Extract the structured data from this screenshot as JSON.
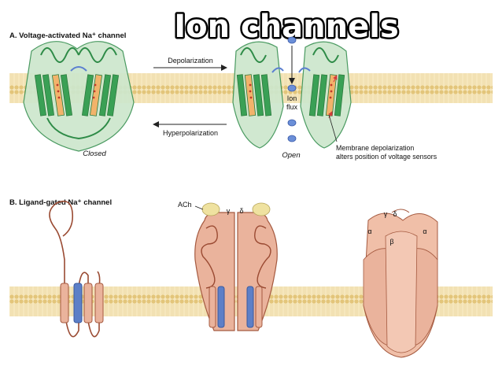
{
  "slide": {
    "title": "Ion channels"
  },
  "panel_a": {
    "heading": "A. Voltage-activated Na⁺ channel",
    "depolarization": "Depolarization",
    "hyperpolarization": "Hyperpolarization",
    "closed": "Closed",
    "open": "Open",
    "ion_flux_line1": "Ion",
    "ion_flux_line2": "flux",
    "sensor_note_line1": "Membrane depolarization",
    "sensor_note_line2": "alters position of voltage sensors"
  },
  "panel_b": {
    "heading": "B. Ligand-gated Na⁺ channel",
    "ach": "ACh",
    "gamma": "γ",
    "delta": "δ",
    "alpha": "α",
    "beta": "β"
  },
  "colors": {
    "membrane_fill": "#f4e3b5",
    "membrane_head": "#e9cf86",
    "channel_green_fill": "#cfe8cf",
    "channel_green_stroke": "#2e8b47",
    "helix_green": "#3aa055",
    "sensor_orange": "#f2b36b",
    "ion_blue": "#6b8fd8",
    "protein_salmon": "#eab39c",
    "protein_salmon_stroke": "#a55a40",
    "pore_blue": "#5d7fc7",
    "ach_yellow": "#efe2a0"
  }
}
